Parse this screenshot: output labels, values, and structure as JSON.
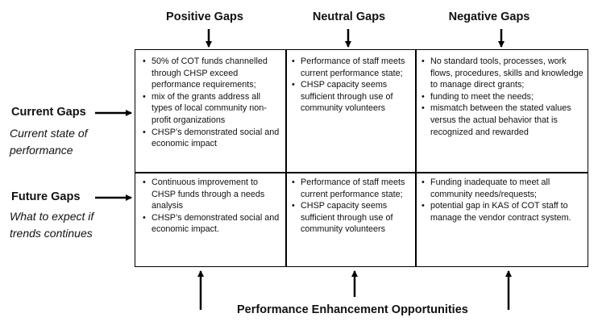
{
  "columns": {
    "positive": "Positive Gaps",
    "neutral": "Neutral Gaps",
    "negative": "Negative Gaps"
  },
  "rows": {
    "current": {
      "title": "Current Gaps",
      "subtitle": "Current state of performance"
    },
    "future": {
      "title": "Future Gaps",
      "subtitle": "What to expect if trends continues"
    }
  },
  "cells": {
    "current_positive": [
      "50% of COT funds channelled through CHSP exceed performance requirements;",
      "mix of the grants address all types of local community non-profit organizations",
      "CHSP’s demonstrated social and economic impact"
    ],
    "current_neutral": [
      "Performance of staff meets current performance state;",
      "CHSP capacity seems sufficient through use of community volunteers"
    ],
    "current_negative": [
      "No standard tools, processes, work flows, procedures, skills and knowledge to manage direct grants;",
      "funding to meet the needs;",
      "mismatch between the stated values versus the actual behavior that is recognized and rewarded"
    ],
    "future_positive": [
      "Continuous improvement to CHSP funds through a needs analysis",
      "CHSP’s demonstrated social and economic impact."
    ],
    "future_neutral": [
      "Performance of staff meets current performance state;",
      "CHSP capacity seems sufficient through use of community volunteers"
    ],
    "future_negative": [
      "Funding inadequate to meet all community needs/requests;",
      "potential gap in KAS of COT staff to manage the vendor contract system."
    ]
  },
  "footer": "Performance Enhancement Opportunities"
}
